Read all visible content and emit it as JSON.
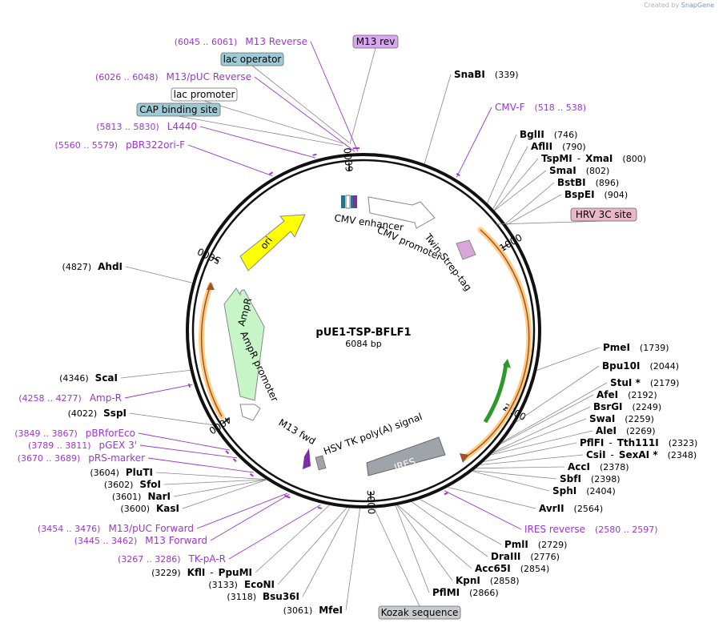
{
  "credit": {
    "prefix": "Created by",
    "brand": "SnapGene"
  },
  "plasmid": {
    "name": "pUE1-TSP-BFLF1",
    "size": "6084 bp",
    "length": 6084
  },
  "ticks": [
    {
      "bp": 1000,
      "label": "1000"
    },
    {
      "bp": 2000,
      "label": "2000"
    },
    {
      "bp": 3000,
      "label": "3000"
    },
    {
      "bp": 4000,
      "label": "4000"
    },
    {
      "bp": 5000,
      "label": "5000"
    },
    {
      "bp": 6000,
      "label": "6000"
    }
  ],
  "enzymes_right": [
    {
      "name": "SnaBI",
      "pos": "(339)",
      "bp": 339
    },
    {
      "name": "BglII",
      "pos": "(746)",
      "bp": 746
    },
    {
      "name": "AflII",
      "pos": "(790)",
      "bp": 790
    },
    {
      "name": "TspMI",
      "sep": "-",
      "name2": "XmaI",
      "pos": "(800)",
      "bp": 800
    },
    {
      "name": "SmaI",
      "pos": "(802)",
      "bp": 802
    },
    {
      "name": "BstBI",
      "pos": "(896)",
      "bp": 896
    },
    {
      "name": "BspEI",
      "pos": "(904)",
      "bp": 904
    },
    {
      "name": "PmeI",
      "pos": "(1739)",
      "bp": 1739
    },
    {
      "name": "Bpu10I",
      "pos": "(2044)",
      "bp": 2044
    },
    {
      "name": "StuI *",
      "pos": "(2179)",
      "bp": 2179
    },
    {
      "name": "AfeI",
      "pos": "(2192)",
      "bp": 2192
    },
    {
      "name": "BsrGI",
      "pos": "(2249)",
      "bp": 2249
    },
    {
      "name": "SwaI",
      "pos": "(2259)",
      "bp": 2259
    },
    {
      "name": "AleI",
      "pos": "(2269)",
      "bp": 2269
    },
    {
      "name": "PflFI",
      "sep": "-",
      "name2": "Tth111I",
      "pos": "(2323)",
      "bp": 2323
    },
    {
      "name": "CsiI",
      "sep": "-",
      "name2": "SexAI *",
      "pos": "(2348)",
      "bp": 2348
    },
    {
      "name": "AccI",
      "pos": "(2378)",
      "bp": 2378
    },
    {
      "name": "SbfI",
      "pos": "(2398)",
      "bp": 2398
    },
    {
      "name": "SphI",
      "pos": "(2404)",
      "bp": 2404
    },
    {
      "name": "AvrII",
      "pos": "(2564)",
      "bp": 2564
    },
    {
      "name": "PmlI",
      "pos": "(2729)",
      "bp": 2729
    },
    {
      "name": "DraIII",
      "pos": "(2776)",
      "bp": 2776
    },
    {
      "name": "Acc65I",
      "pos": "(2854)",
      "bp": 2854
    },
    {
      "name": "KpnI",
      "pos": "(2858)",
      "bp": 2858
    },
    {
      "name": "PflMI",
      "pos": "(2866)",
      "bp": 2866
    }
  ],
  "enzymes_left": [
    {
      "name": "MfeI",
      "pos": "(3061)",
      "bp": 3061
    },
    {
      "name": "Bsu36I",
      "pos": "(3118)",
      "bp": 3118
    },
    {
      "name": "EcoNI",
      "pos": "(3133)",
      "bp": 3133
    },
    {
      "name": "KflI",
      "sep": "-",
      "name2": "PpuMI",
      "pos": "(3229)",
      "bp": 3229
    },
    {
      "name": "KasI",
      "pos": "(3600)",
      "bp": 3600
    },
    {
      "name": "NarI",
      "pos": "(3601)",
      "bp": 3601
    },
    {
      "name": "SfoI",
      "pos": "(3602)",
      "bp": 3602
    },
    {
      "name": "PluTI",
      "pos": "(3604)",
      "bp": 3604
    },
    {
      "name": "SspI",
      "pos": "(4022)",
      "bp": 4022
    },
    {
      "name": "ScaI",
      "pos": "(4346)",
      "bp": 4346
    },
    {
      "name": "AhdI",
      "pos": "(4827)",
      "bp": 4827
    }
  ],
  "primers_right": [
    {
      "name": "CMV-F",
      "range": "(518 .. 538)",
      "bp": 528
    },
    {
      "name": "IRES reverse",
      "range": "(2580 .. 2597)",
      "bp": 2588
    }
  ],
  "primers_left": [
    {
      "name": "TK-pA-R",
      "range": "(3267 .. 3286)",
      "bp": 3276
    },
    {
      "name": "M13 Forward",
      "range": "(3445 .. 3462)",
      "bp": 3453
    },
    {
      "name": "M13/pUC Forward",
      "range": "(3454 .. 3476)",
      "bp": 3465
    },
    {
      "name": "pRS-marker",
      "range": "(3670 .. 3689)",
      "bp": 3680
    },
    {
      "name": "pGEX 3'",
      "range": "(3789 .. 3811)",
      "bp": 3800
    },
    {
      "name": "pBRforEco",
      "range": "(3849 .. 3867)",
      "bp": 3858
    },
    {
      "name": "Amp-R",
      "range": "(4258 .. 4277)",
      "bp": 4268
    },
    {
      "name": "pBR322ori-F",
      "range": "(5560 .. 5579)",
      "bp": 5570
    },
    {
      "name": "L4440",
      "range": "(5813 .. 5830)",
      "bp": 5822
    },
    {
      "name": "M13/pUC Reverse",
      "range": "(6026 .. 6048)",
      "bp": 6037
    },
    {
      "name": "M13 Reverse",
      "range": "(6045 .. 6061)",
      "bp": 6053
    }
  ],
  "boxed_labels": [
    {
      "name": "M13 rev",
      "fill": "#d9a6f0"
    },
    {
      "name": "lac operator",
      "fill": "#9ccbd6"
    },
    {
      "name": "lac promoter",
      "fill": "#ffffff"
    },
    {
      "name": "CAP binding site",
      "fill": "#9ccbd6"
    },
    {
      "name": "HRV 3C site",
      "fill": "#e8b8c8"
    },
    {
      "name": "Kozak sequence",
      "fill": "#c8ccd0"
    }
  ],
  "features": {
    "cmv_enhancer": "CMV enhancer",
    "cmv_promoter": "CMV promoter",
    "twin_strep": "Twin-Strep-tag",
    "ori": "ori",
    "ampr": "AmpR",
    "ampr_promoter": "AmpR promoter",
    "m13_fwd": "M13 fwd",
    "hsv_tk": "HSV TK poly(A) signal",
    "ires": "IRES"
  },
  "colors": {
    "primer": "#9b36d1",
    "ori": "#ffff00",
    "ampr": "#c8f5c8",
    "orf_orange": "#ffcc80",
    "orf_green": "#2a9a2a",
    "ires": "#9ea4aa"
  }
}
